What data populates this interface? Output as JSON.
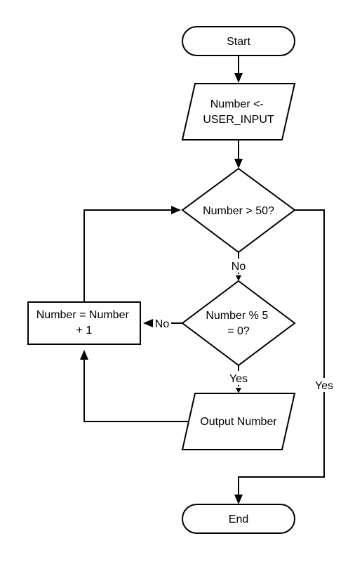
{
  "nodes": {
    "start": "Start",
    "input": [
      "Number <-",
      "USER_INPUT"
    ],
    "decision_gt50": "Number > 50?",
    "decision_mod5": [
      "Number % 5",
      "= 0?"
    ],
    "increment": [
      "Number = Number",
      "+ 1"
    ],
    "output": "Output Number",
    "end": "End"
  },
  "edge_labels": {
    "gt50_no": "No",
    "mod5_no": "No",
    "mod5_yes": "Yes",
    "gt50_yes": "Yes"
  }
}
